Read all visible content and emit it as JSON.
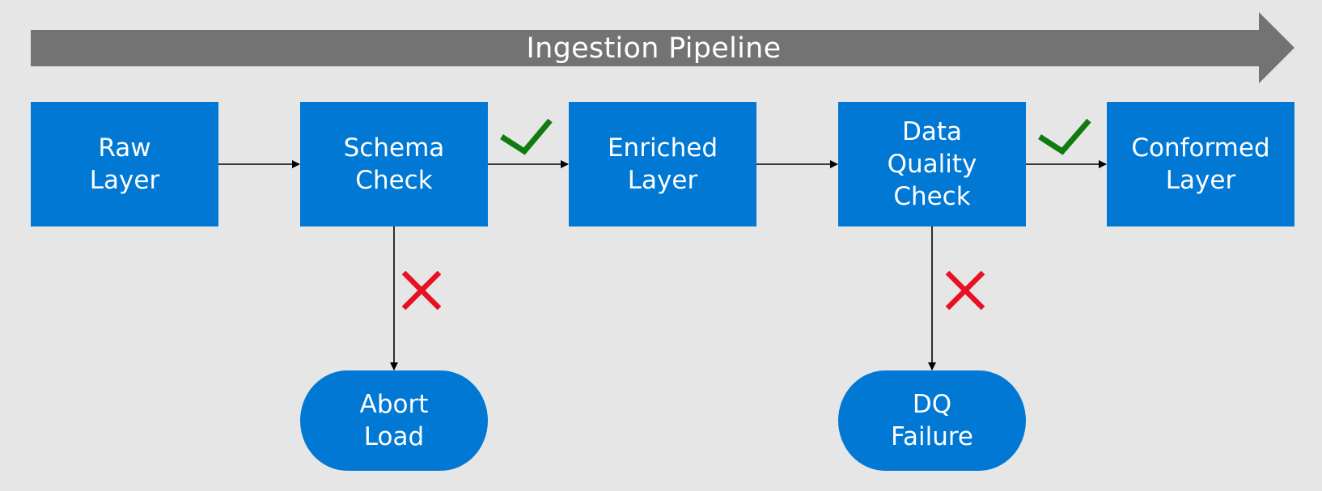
{
  "banner": {
    "title": "Ingestion Pipeline"
  },
  "nodes": {
    "raw": {
      "lines": [
        "Raw",
        "Layer"
      ]
    },
    "schema": {
      "lines": [
        "Schema",
        "Check"
      ]
    },
    "enriched": {
      "lines": [
        "Enriched",
        "Layer"
      ]
    },
    "dq": {
      "lines": [
        "Data",
        "Quality",
        "Check"
      ]
    },
    "conformed": {
      "lines": [
        "Conformed",
        "Layer"
      ]
    },
    "abort": {
      "lines": [
        "Abort",
        "Load"
      ]
    },
    "dqfail": {
      "lines": [
        "DQ",
        "Failure"
      ]
    }
  },
  "colors": {
    "background": "#e6e6e6",
    "banner": "#737373",
    "box": "#0078d4",
    "box_text": "#ffffff",
    "connector": "#000000",
    "pass": "#107c10",
    "fail": "#e81123"
  },
  "markers": {
    "schema_pass": "check-icon",
    "dq_pass": "check-icon",
    "schema_fail": "cross-icon",
    "dq_fail": "cross-icon"
  }
}
